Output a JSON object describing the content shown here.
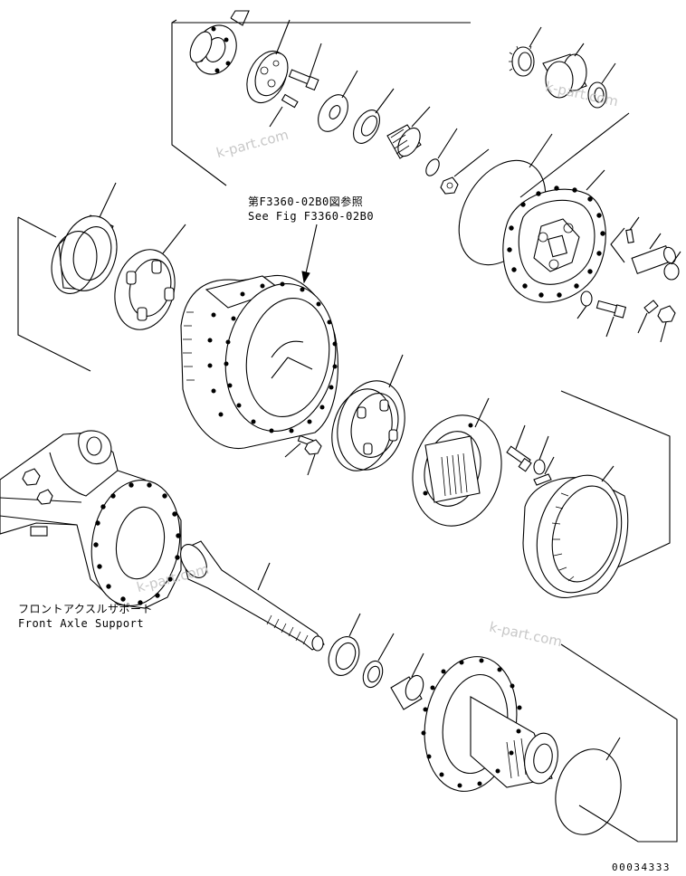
{
  "labels": {
    "ref_jp": "第F3360-02B0図参照",
    "ref_en": "See Fig F3360-02B0",
    "support_jp": "フロントアクスルサポート",
    "support_en": "Front Axle Support",
    "figure_code": "00034333"
  },
  "watermarks": [
    "k-part.com",
    "k-part.com",
    "k-part.com",
    "k-part.com"
  ],
  "colors": {
    "line": "#000000",
    "background": "#ffffff",
    "watermark": "#c8c8c8"
  }
}
